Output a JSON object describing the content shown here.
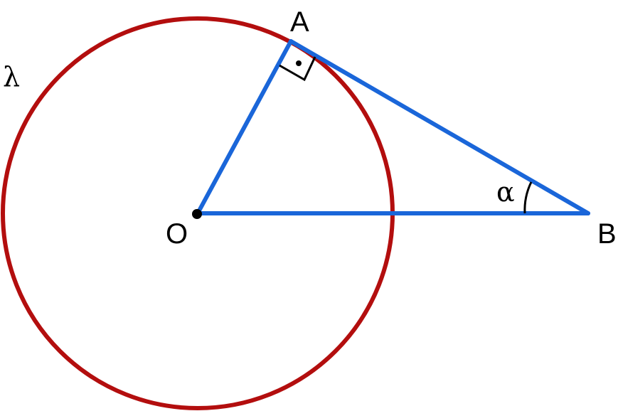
{
  "labels": {
    "circle": "λ",
    "point_a": "A",
    "point_o": "O",
    "point_b": "B",
    "angle": "α"
  },
  "colors": {
    "circle": "#b30e0e",
    "segments": "#1a66d9",
    "marks": "#000000",
    "background": "#ffffff"
  },
  "right_angle_marker": "square-with-dot",
  "angle_marker": "arc"
}
